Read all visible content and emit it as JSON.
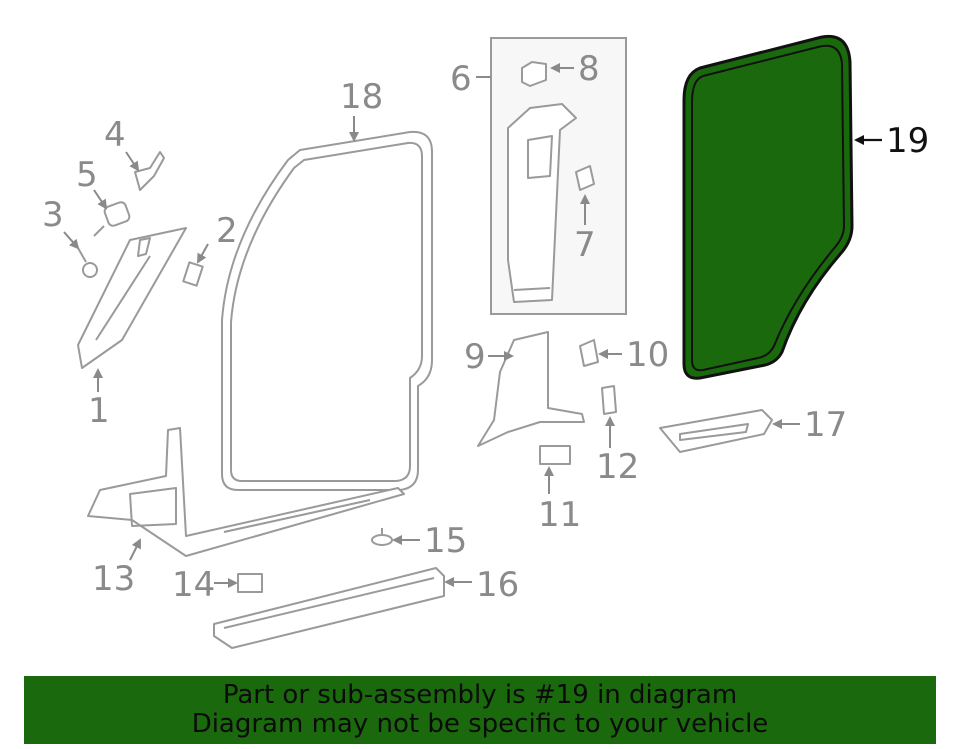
{
  "diagram": {
    "highlight_color": "#1a6a0d",
    "part_labels": {
      "p1": "1",
      "p2": "2",
      "p3": "3",
      "p4": "4",
      "p5": "5",
      "p6": "6",
      "p7": "7",
      "p8": "8",
      "p9": "9",
      "p10": "10",
      "p11": "11",
      "p12": "12",
      "p13": "13",
      "p14": "14",
      "p15": "15",
      "p16": "16",
      "p17": "17",
      "p18": "18",
      "p19": "19"
    }
  },
  "banner": {
    "background": "#1a6a0d",
    "line1": "Part or sub-assembly is #19 in diagram",
    "line2": "Diagram may not be specific to your vehicle"
  }
}
